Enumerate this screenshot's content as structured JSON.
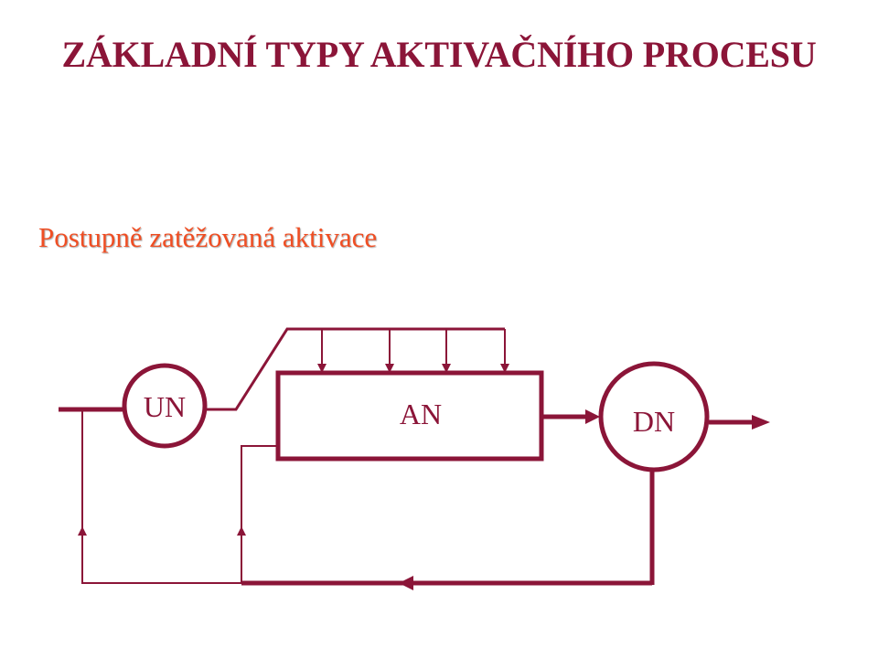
{
  "slide": {
    "title": "ZÁKLADNÍ TYPY AKTIVAČNÍHO PROCESU",
    "subtitle": "Postupně zatěžovaná aktivace"
  },
  "diagram": {
    "nodes": {
      "un": "UN",
      "an": "AN",
      "dn": "DN"
    }
  },
  "colors": {
    "title": "#8b1538",
    "subtitle": "#f04e23",
    "diagram_stroke": "#8b1538"
  }
}
